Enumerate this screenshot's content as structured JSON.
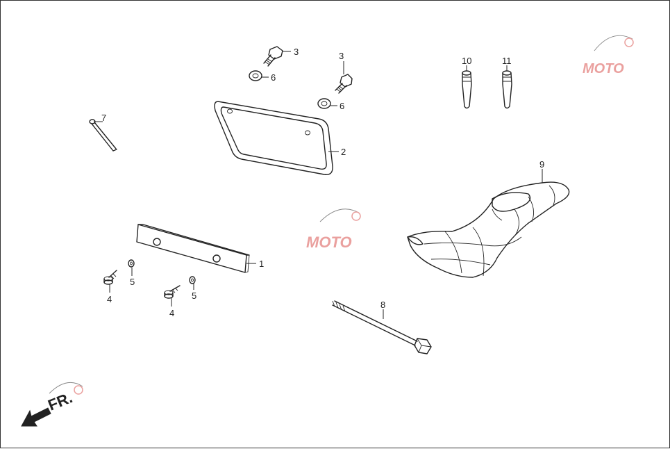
{
  "callouts": [
    {
      "id": "c1",
      "label": "1"
    },
    {
      "id": "c2",
      "label": "2"
    },
    {
      "id": "c3a",
      "label": "3"
    },
    {
      "id": "c3b",
      "label": "3"
    },
    {
      "id": "c4a",
      "label": "4"
    },
    {
      "id": "c4b",
      "label": "4"
    },
    {
      "id": "c5a",
      "label": "5"
    },
    {
      "id": "c5b",
      "label": "5"
    },
    {
      "id": "c6a",
      "label": "6"
    },
    {
      "id": "c6b",
      "label": "6"
    },
    {
      "id": "c7",
      "label": "7"
    },
    {
      "id": "c8",
      "label": "8"
    },
    {
      "id": "c9",
      "label": "9"
    },
    {
      "id": "c10",
      "label": "10"
    },
    {
      "id": "c11",
      "label": "11"
    }
  ],
  "direction_label": "FR.",
  "watermark": {
    "text": "MOTO",
    "color_primary": "#d9534f",
    "color_secondary": "#5b6fb5"
  },
  "colors": {
    "line": "#222222",
    "background": "#ffffff"
  }
}
